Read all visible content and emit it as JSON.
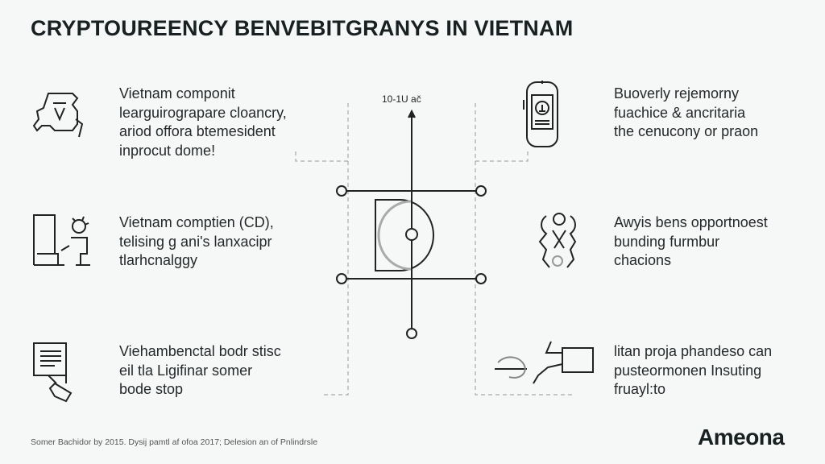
{
  "title": "CRYPTOUREENCY BENVEBITGRANYS IN VIETNAM",
  "diagram_label": "10-1U ač",
  "left_items": [
    {
      "icon": "map-icon",
      "lines": [
        "Vietnam componit",
        "learguirograpare cloancry,",
        "ariod offora btemesident",
        "inprocut dome!"
      ]
    },
    {
      "icon": "person-at-desk-icon",
      "lines": [
        "Vietnam comptien (CD),",
        "telising g ani's lanxacipr",
        "tlarhcnalggy"
      ]
    },
    {
      "icon": "document-handshake-icon",
      "lines": [
        "Viehambenctal bodr stisc",
        "eil tla Ligifinar somer",
        "bode stop"
      ]
    }
  ],
  "right_items": [
    {
      "icon": "mobile-device-icon",
      "lines": [
        "Buoverly rejemorny",
        "fuachice & ancritaria",
        "the cenucony or praon"
      ]
    },
    {
      "icon": "people-network-icon",
      "lines": [
        "Awyis bens opportnoest",
        "bunding furmbur",
        "chacions"
      ]
    },
    {
      "icon": "hand-payment-icon",
      "lines": [
        "litan proja phandeso can",
        "pusteormonen Insuting",
        "fruayl:to"
      ]
    }
  ],
  "footer": "Somer Bachidor by 2015. Dysij pamtl af ofoa 2017; Delesion an of Pnlindrsle",
  "logo": "Ameona"
}
